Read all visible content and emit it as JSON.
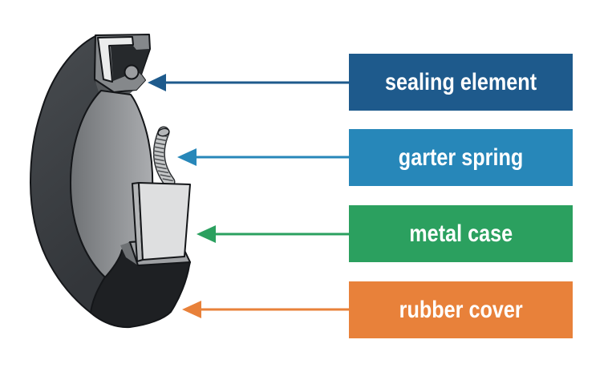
{
  "title": "oil seal cross-section diagram",
  "background": "#ffffff",
  "labels": [
    {
      "id": "sealing-element",
      "text": "sealing element",
      "color": "#1E5A8C"
    },
    {
      "id": "garter-spring",
      "text": "garter spring",
      "color": "#2787B9"
    },
    {
      "id": "metal-case",
      "text": "metal case",
      "color": "#2BA05F"
    },
    {
      "id": "rubber-cover",
      "text": "rubber cover",
      "color": "#E8813A"
    }
  ],
  "label_text_color": "#FFFFFF",
  "illustration": {
    "name": "radial shaft seal cutaway",
    "colors": {
      "ring_top": "#484C50",
      "ring_bottom": "#33363A",
      "ring_shadow": "#1B1D20",
      "outline": "#141619",
      "bore_dark": "#6F7275",
      "bore_light": "#ABADB0",
      "lip_band": "#55585B",
      "cut_face": "#85888B",
      "rubber_dark": "#26292C",
      "rubber_chunk": "#1E2023",
      "metal_case_white": "#EBECEC",
      "block_front": "#DEDFE0",
      "block_side": "#B3B5B7",
      "cut_top_face": "#9FA1A4",
      "cut_step": "#6E7174",
      "spring_section": "#9B9DA0",
      "coil_outline": "#2B2E31",
      "coil_body": "#C6C8C9",
      "coil_cap": "#B4B6B8"
    }
  }
}
